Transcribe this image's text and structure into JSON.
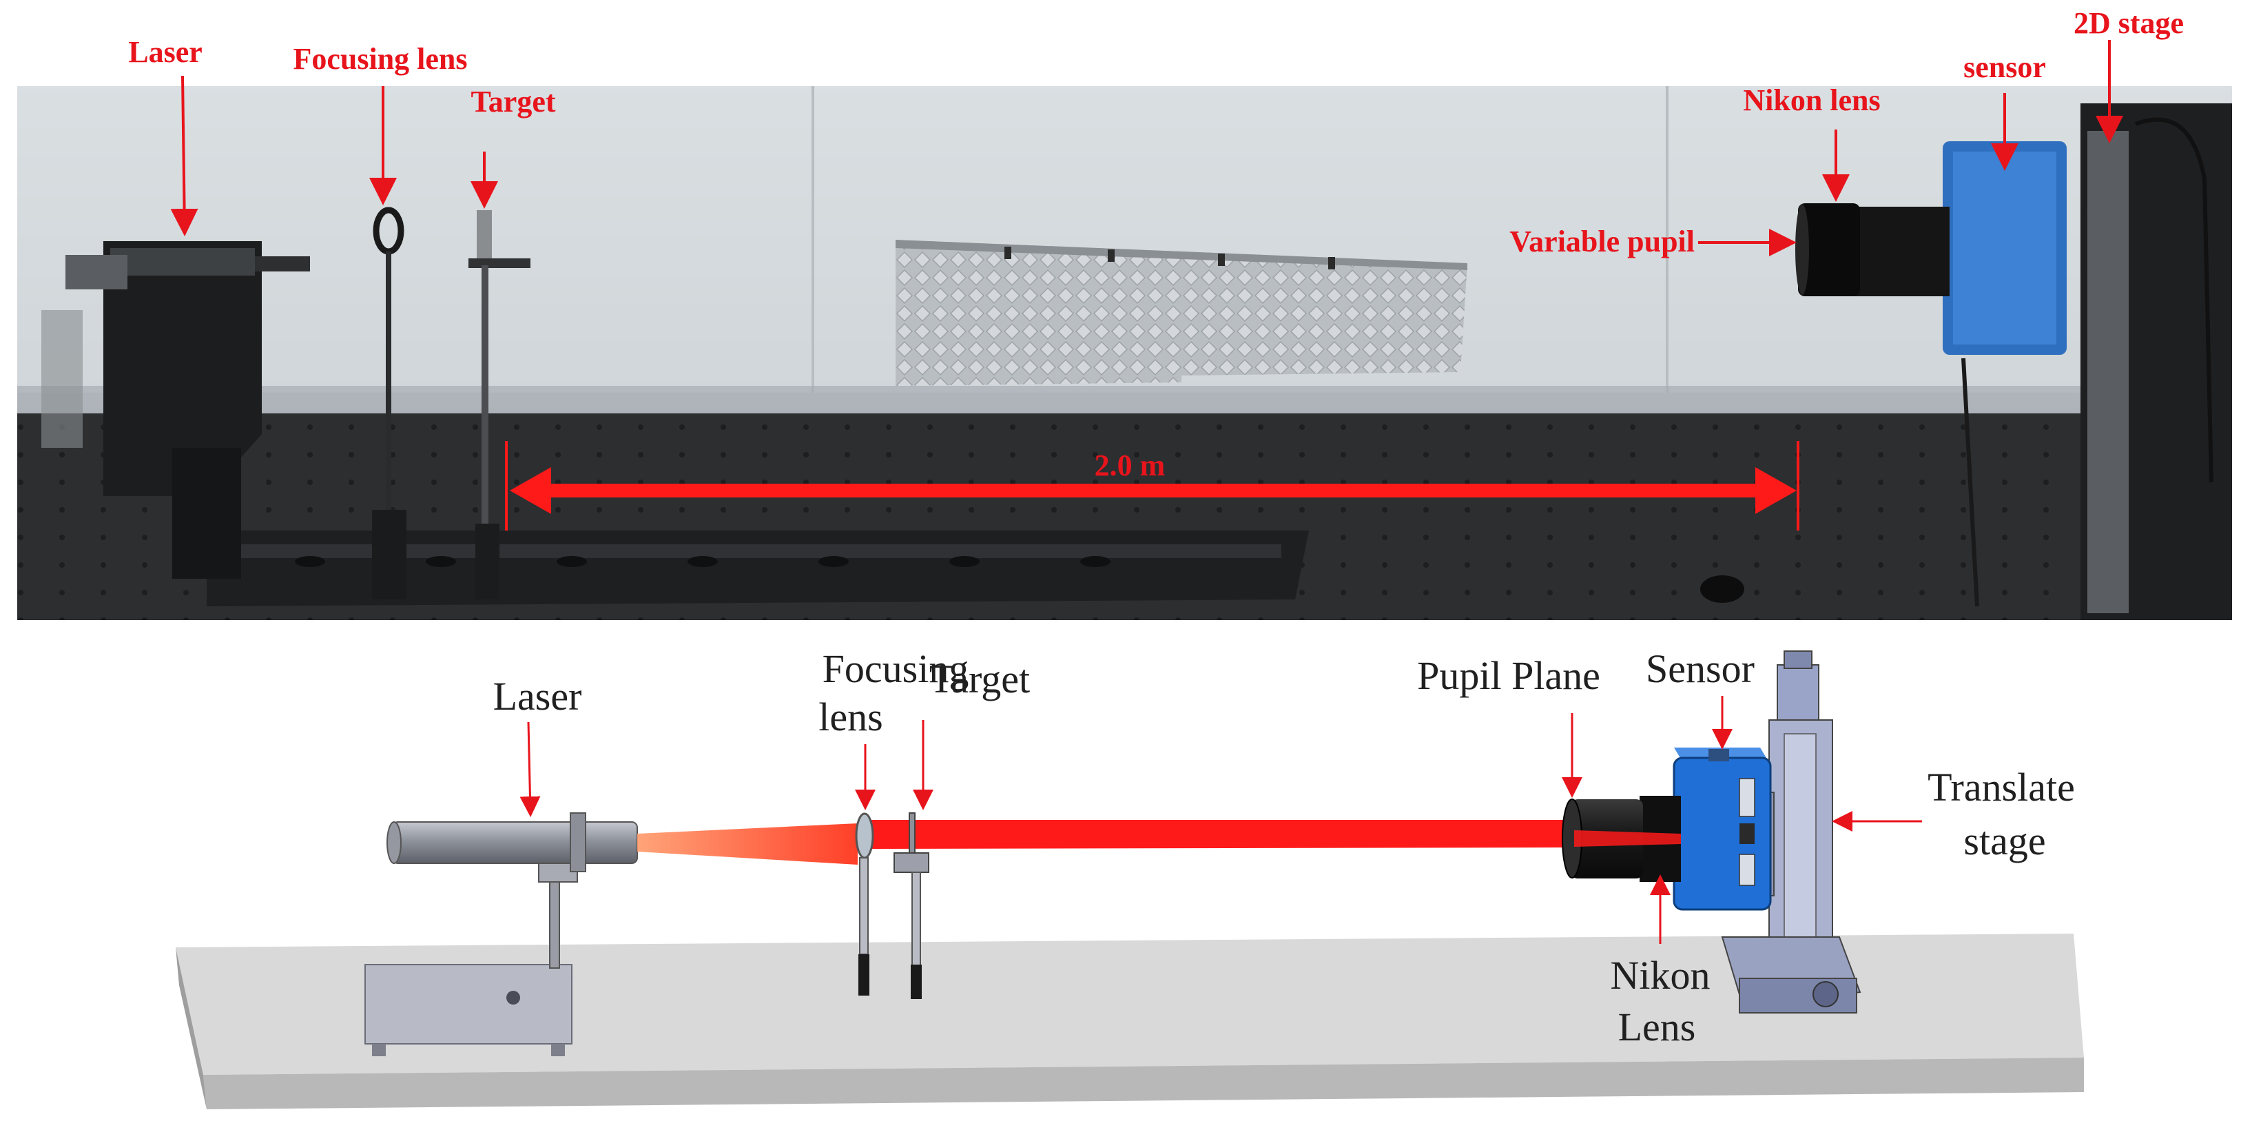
{
  "photo": {
    "labels": {
      "laser": "Laser",
      "focusing_lens": "Focusing lens",
      "target": "Target",
      "nikon_lens": "Nikon lens",
      "sensor": "sensor",
      "stage_2d": "2D stage",
      "variable_pupil": "Variable pupil",
      "distance": "2.0 m"
    }
  },
  "cad": {
    "labels": {
      "laser": "Laser",
      "focusing_lens_line1": "Focusing",
      "focusing_lens_line2": "lens",
      "target": "Target",
      "pupil_plane": "Pupil Plane",
      "sensor": "Sensor",
      "translate_stage_line1": "Translate",
      "translate_stage_line2": "stage",
      "nikon_lens_line1": "Nikon",
      "nikon_lens_line2": "Lens"
    }
  },
  "colors": {
    "annotation_red": "#e8141c",
    "beam_red": "#ff1a1a",
    "sensor_blue": "#1f6fd6",
    "table_gray": "#d9d9d9"
  }
}
